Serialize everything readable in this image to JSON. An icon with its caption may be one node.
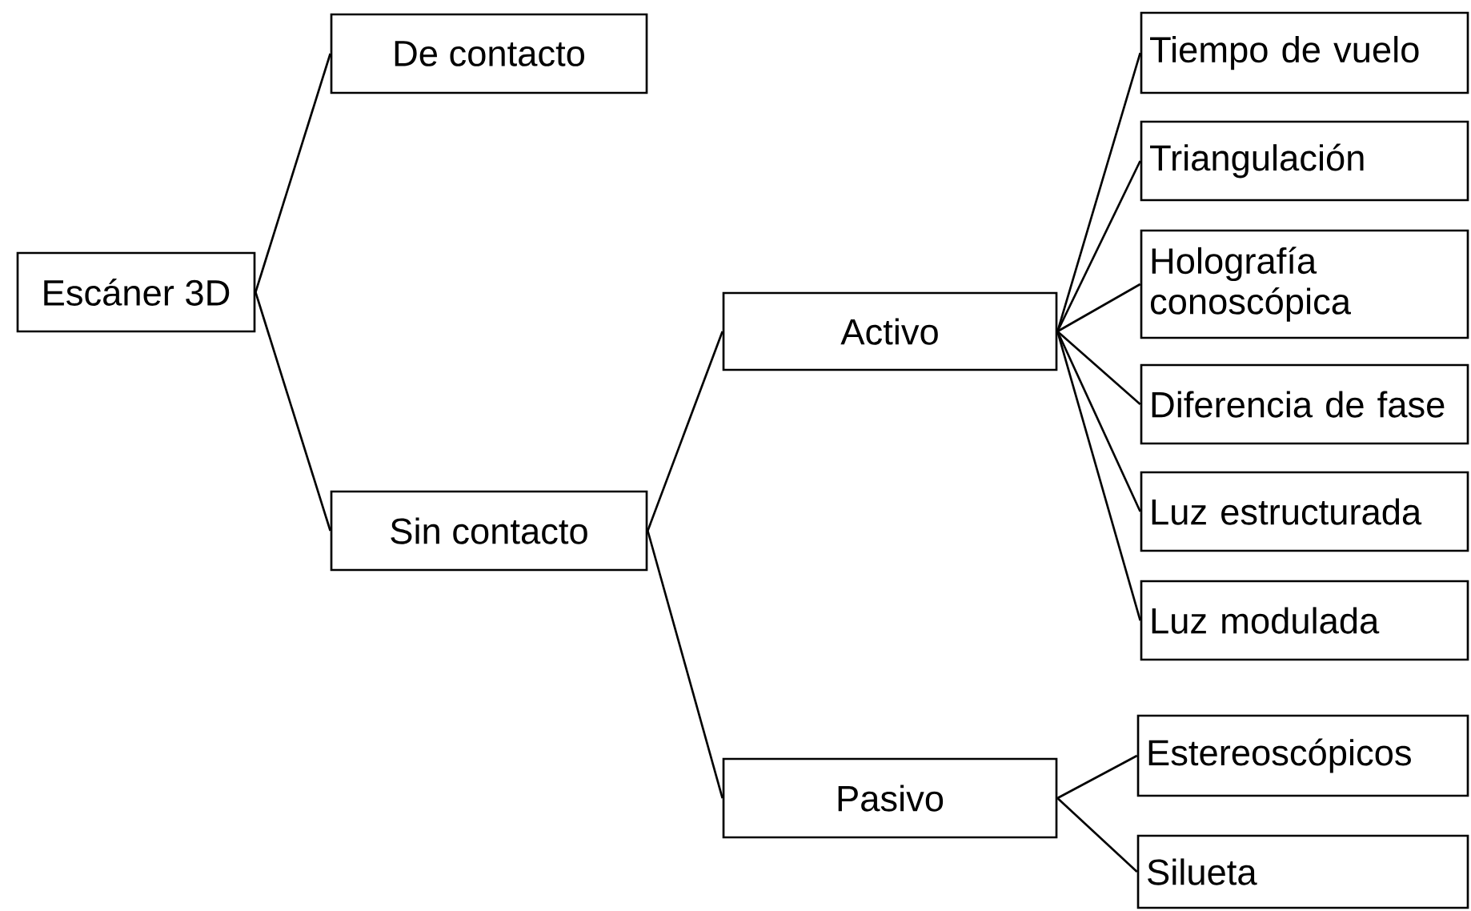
{
  "diagram": {
    "nodes": [
      {
        "text": [
          "Escáner 3D"
        ]
      },
      {
        "text": [
          "De contacto"
        ]
      },
      {
        "text": [
          "Sin contacto"
        ]
      },
      {
        "text": [
          "Activo"
        ]
      },
      {
        "text": [
          "Pasivo"
        ]
      },
      {
        "text": [
          "Tiempo de vuelo"
        ]
      },
      {
        "text": [
          "Triangulación"
        ]
      },
      {
        "text": [
          "Holografía conoscópica"
        ]
      },
      {
        "text": [
          "Diferencia de fase"
        ]
      },
      {
        "text": [
          "Luz estructurada"
        ]
      },
      {
        "text": [
          "Luz modulada"
        ]
      },
      {
        "text": [
          "Estereoscópicos"
        ]
      },
      {
        "text": [
          "Silueta"
        ]
      }
    ],
    "edges": [
      {
        "from": 0,
        "to": 1,
        "arrow": "none"
      },
      {
        "from": 0,
        "to": 2,
        "arrow": "none"
      },
      {
        "from": 2,
        "to": 3,
        "arrow": "none"
      },
      {
        "from": 2,
        "to": 4,
        "arrow": "none"
      },
      {
        "from": 3,
        "to": 5,
        "arrow": "none"
      },
      {
        "from": 3,
        "to": 6,
        "arrow": "none"
      },
      {
        "from": 3,
        "to": 7,
        "arrow": "none"
      },
      {
        "from": 3,
        "to": 8,
        "arrow": "none"
      },
      {
        "from": 3,
        "to": 9,
        "arrow": "none"
      },
      {
        "from": 3,
        "to": 10,
        "arrow": "none"
      },
      {
        "from": 4,
        "to": 11,
        "arrow": "none"
      },
      {
        "from": 4,
        "to": 12,
        "arrow": "none"
      }
    ]
  }
}
